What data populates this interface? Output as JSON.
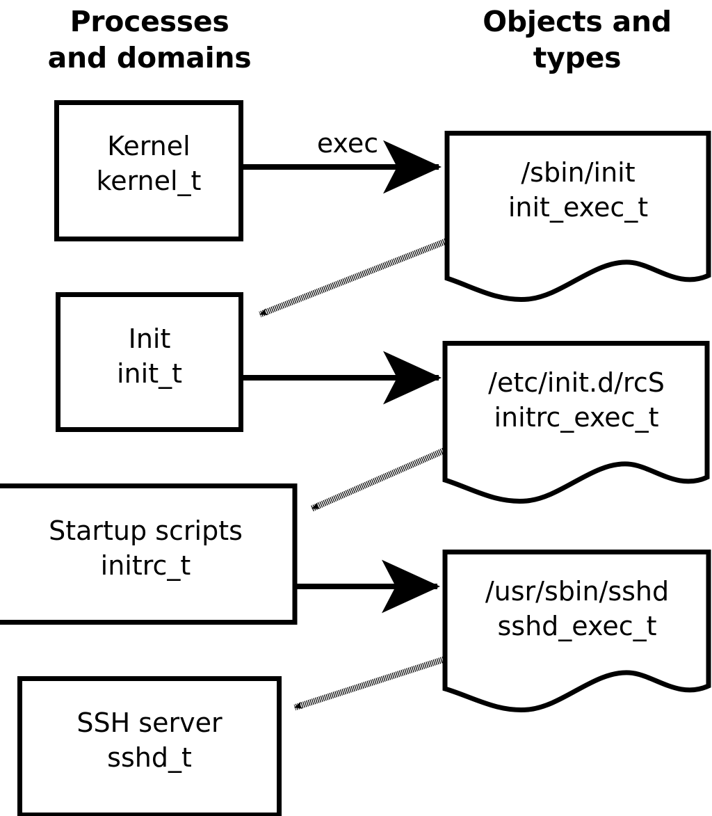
{
  "diagram": {
    "title_left": "Processes\nand domains",
    "title_right": "Objects and\ntypes",
    "stroke_color": "#000000",
    "background_color": "#ffffff",
    "process_nodes": [
      {
        "id": "kernel",
        "name": "Kernel",
        "type": "kernel_t",
        "label": "Kernel\nkernel_t"
      },
      {
        "id": "init",
        "name": "Init",
        "type": "init_t",
        "label": "Init\ninit_t"
      },
      {
        "id": "initrc",
        "name": "Startup scripts",
        "type": "initrc_t",
        "label": "Startup scripts\ninitrc_t"
      },
      {
        "id": "sshd",
        "name": "SSH server",
        "type": "sshd_t",
        "label": "SSH server\nsshd_t"
      }
    ],
    "object_nodes": [
      {
        "id": "init_exec",
        "path": "/sbin/init",
        "type": "init_exec_t",
        "label": "/sbin/init\ninit_exec_t"
      },
      {
        "id": "initrc_exec",
        "path": "/etc/init.d/rcS",
        "type": "initrc_exec_t",
        "label": "/etc/init.d/rcS\ninitrc_exec_t"
      },
      {
        "id": "sshd_exec",
        "path": "/usr/sbin/sshd",
        "type": "sshd_exec_t",
        "label": "/usr/sbin/sshd\nsshd_exec_t"
      }
    ],
    "edges": [
      {
        "id": "e1",
        "from": "kernel",
        "to": "init_exec",
        "style": "solid",
        "label": "exec"
      },
      {
        "id": "e2",
        "from": "init_exec",
        "to": "init",
        "style": "dotted",
        "label": ""
      },
      {
        "id": "e3",
        "from": "init",
        "to": "initrc_exec",
        "style": "solid",
        "label": ""
      },
      {
        "id": "e4",
        "from": "initrc_exec",
        "to": "initrc",
        "style": "dotted",
        "label": ""
      },
      {
        "id": "e5",
        "from": "initrc",
        "to": "sshd_exec",
        "style": "solid",
        "label": ""
      },
      {
        "id": "e6",
        "from": "sshd_exec",
        "to": "sshd",
        "style": "dotted",
        "label": ""
      }
    ]
  }
}
